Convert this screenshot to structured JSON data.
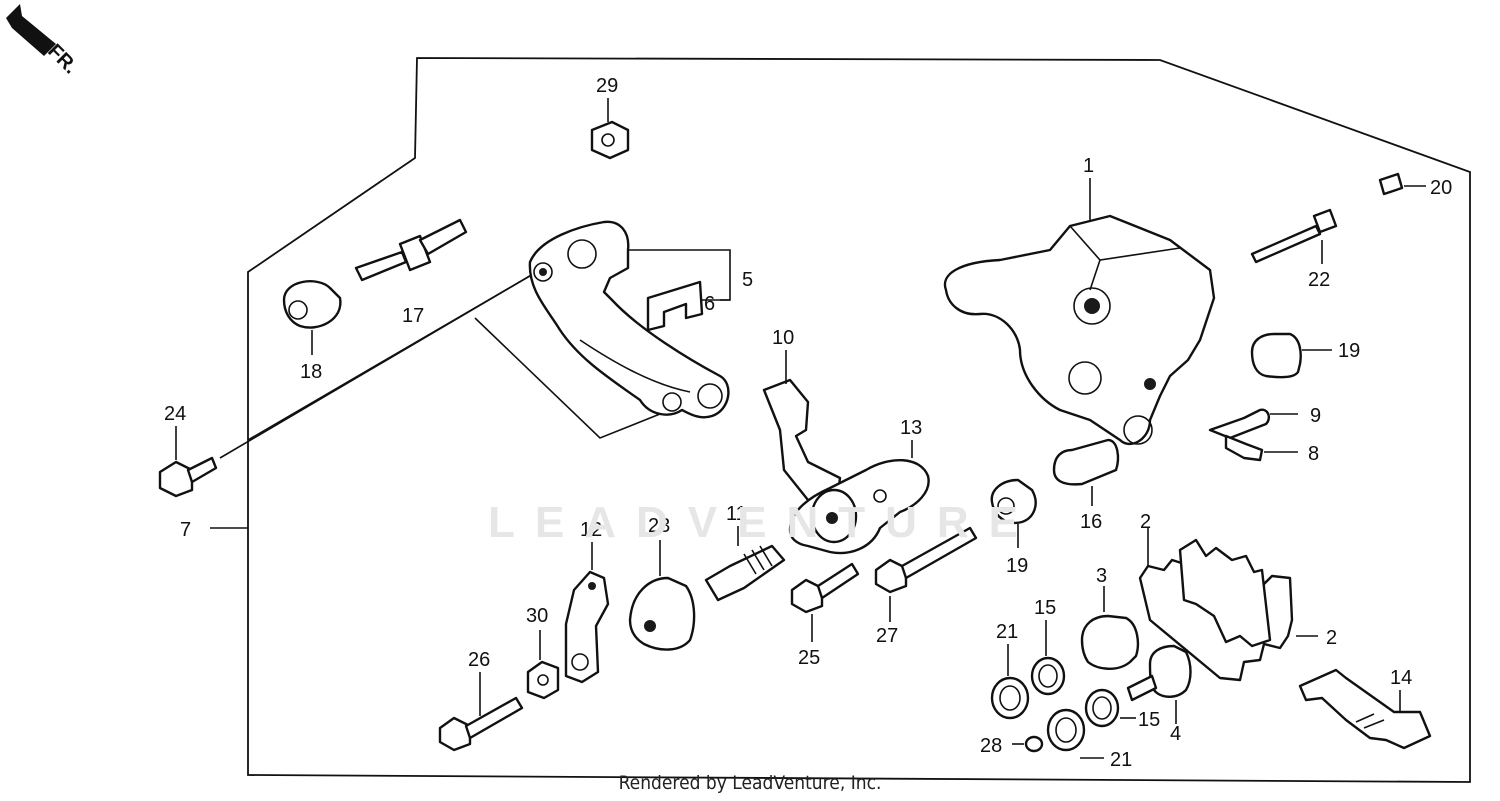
{
  "direction_label": "FR.",
  "watermark": "LEADVENTURE",
  "footer": "Rendered by LeadVenture, Inc.",
  "callouts": {
    "c1": "1",
    "c2a": "2",
    "c2b": "2",
    "c3": "3",
    "c4": "4",
    "c5": "5",
    "c6": "6",
    "c7": "7",
    "c8": "8",
    "c9": "9",
    "c10": "10",
    "c11": "11",
    "c12": "12",
    "c13": "13",
    "c14": "14",
    "c15a": "15",
    "c15b": "15",
    "c16": "16",
    "c17": "17",
    "c18": "18",
    "c19a": "19",
    "c19b": "19",
    "c20": "20",
    "c21a": "21",
    "c21b": "21",
    "c22": "22",
    "c23": "23",
    "c24": "24",
    "c25": "25",
    "c26": "26",
    "c27": "27",
    "c28": "28",
    "c29": "29",
    "c30": "30"
  }
}
